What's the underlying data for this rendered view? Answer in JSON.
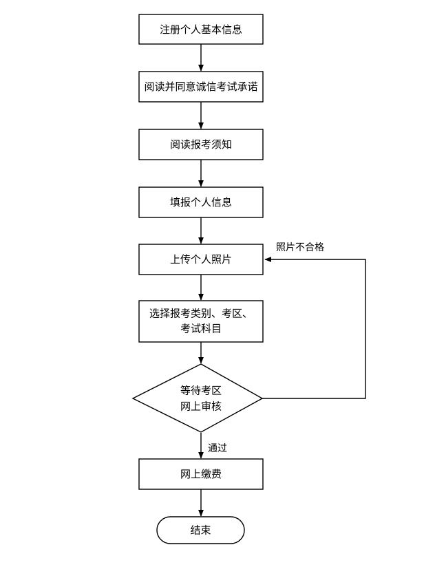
{
  "diagram": {
    "type": "flowchart",
    "orientation": "vertical",
    "colors": {
      "stroke": "#000000",
      "fill": "#ffffff",
      "text": "#000000",
      "background": "#ffffff"
    },
    "nodes": [
      {
        "id": "register",
        "shape": "rectangle",
        "label": "注册个人基本信息",
        "lines": [
          "注册个人基本信息"
        ]
      },
      {
        "id": "agree-pledge",
        "shape": "rectangle",
        "label": "阅读并同意诚信考试承诺",
        "lines": [
          "阅读并同意诚信考试承诺"
        ]
      },
      {
        "id": "read-notice",
        "shape": "rectangle",
        "label": "阅读报考须知",
        "lines": [
          "阅读报考须知"
        ]
      },
      {
        "id": "fill-info",
        "shape": "rectangle",
        "label": "填报个人信息",
        "lines": [
          "填报个人信息"
        ]
      },
      {
        "id": "upload-photo",
        "shape": "rectangle",
        "label": "上传个人照片",
        "lines": [
          "上传个人照片"
        ]
      },
      {
        "id": "select-category",
        "shape": "rectangle",
        "label": "选择报考类别、考区、考试科目",
        "lines": [
          "选择报考类别、考区、",
          "考试科目"
        ]
      },
      {
        "id": "wait-review",
        "shape": "diamond",
        "label": "等待考区网上审核",
        "lines": [
          "等待考区",
          "网上审核"
        ]
      },
      {
        "id": "online-payment",
        "shape": "rectangle",
        "label": "网上缴费",
        "lines": [
          "网上缴费"
        ]
      },
      {
        "id": "end",
        "shape": "terminal",
        "label": "结束",
        "lines": [
          "结束"
        ]
      }
    ],
    "edges": [
      {
        "id": "e1",
        "from": "register",
        "to": "agree-pledge",
        "label": ""
      },
      {
        "id": "e2",
        "from": "agree-pledge",
        "to": "read-notice",
        "label": ""
      },
      {
        "id": "e3",
        "from": "read-notice",
        "to": "fill-info",
        "label": ""
      },
      {
        "id": "e4",
        "from": "fill-info",
        "to": "upload-photo",
        "label": ""
      },
      {
        "id": "e5",
        "from": "upload-photo",
        "to": "select-category",
        "label": ""
      },
      {
        "id": "e6",
        "from": "select-category",
        "to": "wait-review",
        "label": ""
      },
      {
        "id": "e7",
        "from": "wait-review",
        "to": "online-payment",
        "label": "通过"
      },
      {
        "id": "e8",
        "from": "wait-review",
        "to": "upload-photo",
        "label": "照片不合格"
      },
      {
        "id": "e9",
        "from": "online-payment",
        "to": "end",
        "label": ""
      }
    ],
    "edge_labels": {
      "pass": "通过",
      "photo_rejected": "照片不合格"
    }
  }
}
